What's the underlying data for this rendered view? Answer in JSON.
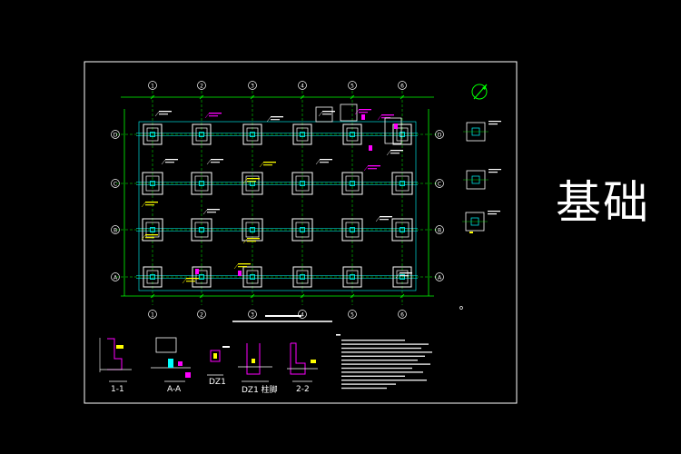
{
  "drawing": {
    "title": "基础",
    "grid_cols": [
      "1",
      "2",
      "3",
      "4",
      "5",
      "6"
    ],
    "grid_rows": [
      "A",
      "B",
      "C",
      "D"
    ],
    "sections": {
      "s1": "1-1",
      "s2": "A-A",
      "s3": "DZ1",
      "s4": "DZ1 柱脚",
      "s5": "2-2"
    }
  },
  "colors": {
    "background": "#000000",
    "frame": "#ffffff",
    "grid": "#00ff00",
    "footing": "#ffffff",
    "column": "#00ffff",
    "annotation": "#ffff00",
    "highlight": "#ff00ff",
    "dim": "#00ffff"
  }
}
